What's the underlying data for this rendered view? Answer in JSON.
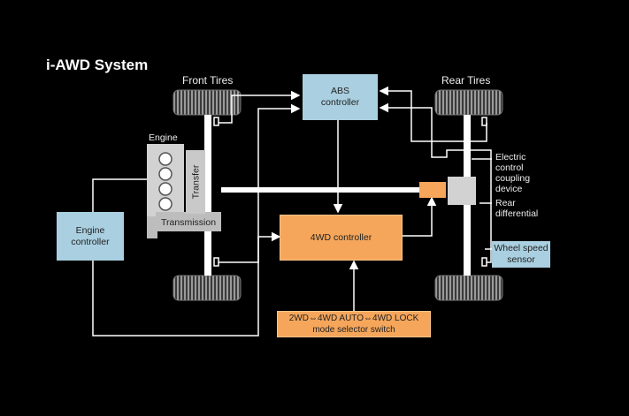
{
  "title": "i-AWD System",
  "labels": {
    "front_tires": "Front Tires",
    "rear_tires": "Rear Tires",
    "engine": "Engine",
    "transfer": "Transfer",
    "transmission": "Transmission",
    "electric_coupling": "Electric\ncontrol\ncoupling\ndevice",
    "rear_differential": "Rear\ndifferential"
  },
  "boxes": {
    "abs_controller": "ABS\ncontroller",
    "engine_controller": "Engine\ncontroller",
    "fourwd_controller": "4WD controller",
    "wheel_speed_sensor": "Wheel speed\nsensor",
    "mode_selector": "2WD⇔4WD AUTO⇔4WD LOCK\nmode selector switch"
  },
  "colors": {
    "background": "#000000",
    "controller_blue": "#a9cfe0",
    "controller_orange": "#f5a65b",
    "component_gray": "#d2d2d2",
    "line": "#ffffff"
  }
}
